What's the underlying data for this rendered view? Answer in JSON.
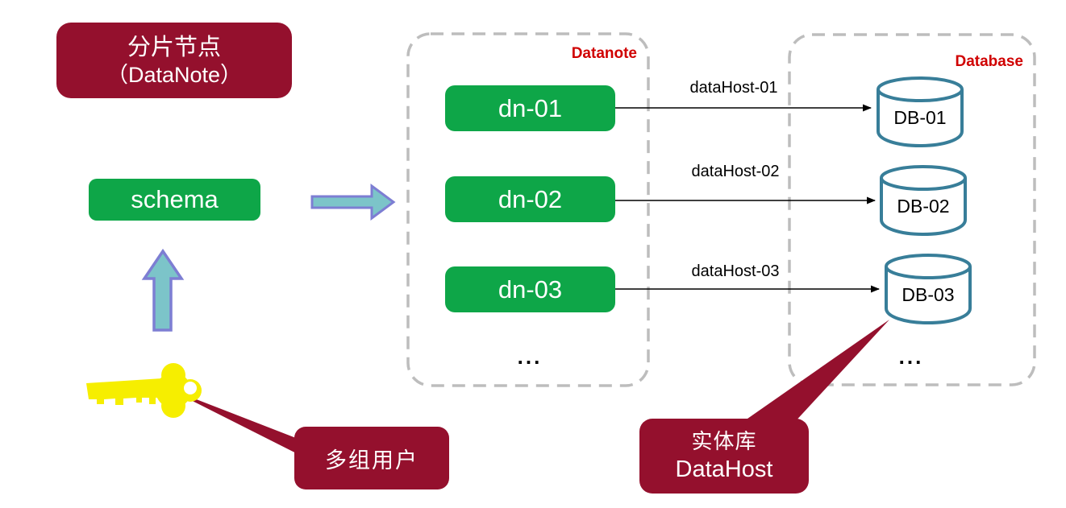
{
  "diagram": {
    "title_box": {
      "line1": "分片节点",
      "line2": "（DataNote）"
    },
    "schema_box": {
      "label": "schema"
    },
    "datanote_container": {
      "label": "Datanote",
      "nodes": [
        {
          "label": "dn-01"
        },
        {
          "label": "dn-02"
        },
        {
          "label": "dn-03"
        }
      ],
      "ellipsis": "..."
    },
    "database_container": {
      "label": "Database",
      "databases": [
        {
          "label": "DB-01"
        },
        {
          "label": "DB-02"
        },
        {
          "label": "DB-03"
        }
      ],
      "ellipsis": "..."
    },
    "connections": [
      {
        "label": "dataHost-01"
      },
      {
        "label": "dataHost-02"
      },
      {
        "label": "dataHost-03"
      }
    ],
    "callouts": {
      "users": {
        "label": "多组用户"
      },
      "datahost": {
        "line1": "实体库",
        "line2": "DataHost"
      }
    },
    "icons": {
      "key": "key-icon",
      "up_arrow": "up-arrow-icon",
      "right_arrow": "right-arrow-icon",
      "cylinder": "database-cylinder-icon"
    },
    "colors": {
      "maroon": "#94102D",
      "green": "#0EA648",
      "container_label_red": "#D00000",
      "cylinder_teal": "#387E99",
      "block_arrow_fill": "#7CC4C9",
      "block_arrow_stroke": "#7D7ED3",
      "key_yellow": "#F6EE00",
      "dashed_gray": "#BDBDBD",
      "connector_black": "#000000"
    }
  }
}
